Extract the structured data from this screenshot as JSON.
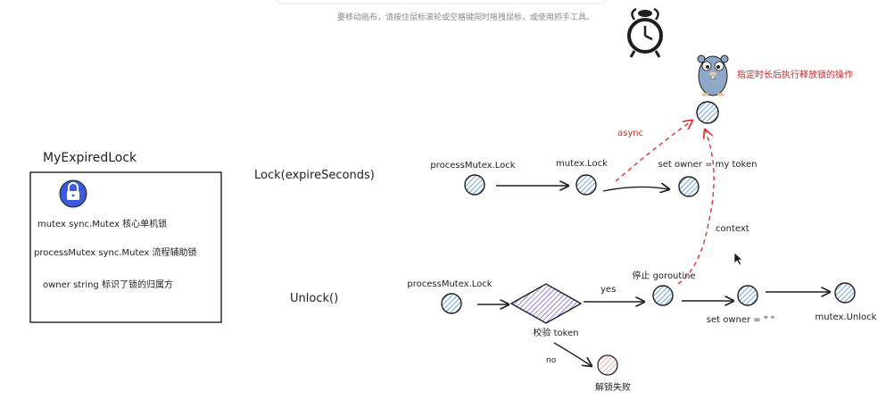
{
  "canvas_hint": "要移动画布，请按住鼠标滚轮或空格键同时拖拽鼠标，或使用抓手工具。",
  "struct_box": {
    "title": "MyExpiredLock",
    "fields": [
      "mutex sync.Mutex 核心单机锁",
      "processMutex sync.Mutex 流程辅助锁",
      "owner string 标识了锁的归属方"
    ]
  },
  "lock_flow": {
    "title": "Lock(expireSeconds)",
    "steps": [
      "processMutex.Lock",
      "mutex.Lock",
      "set owner = my token"
    ],
    "async_label": "async",
    "timer_note": "指定时长后执行释放锁的操作"
  },
  "unlock_flow": {
    "title": "Unlock()",
    "start": "processMutex.Lock",
    "check": "校验 token",
    "yes_label": "yes",
    "no_label": "no",
    "fail": "解锁失败",
    "stop": "停止 goroutine",
    "context_label": "context",
    "reset_owner": "set owner = \" \"",
    "unlock": "mutex.Unlock"
  },
  "colors": {
    "node_fill": "#a5d8ff",
    "fail_fill": "#ffc9c9",
    "diamond_fill": "#d0bfff",
    "accent_red": "#e03131",
    "gopher": "#8fa8c8",
    "lock_icon": "#3b5bdb"
  }
}
